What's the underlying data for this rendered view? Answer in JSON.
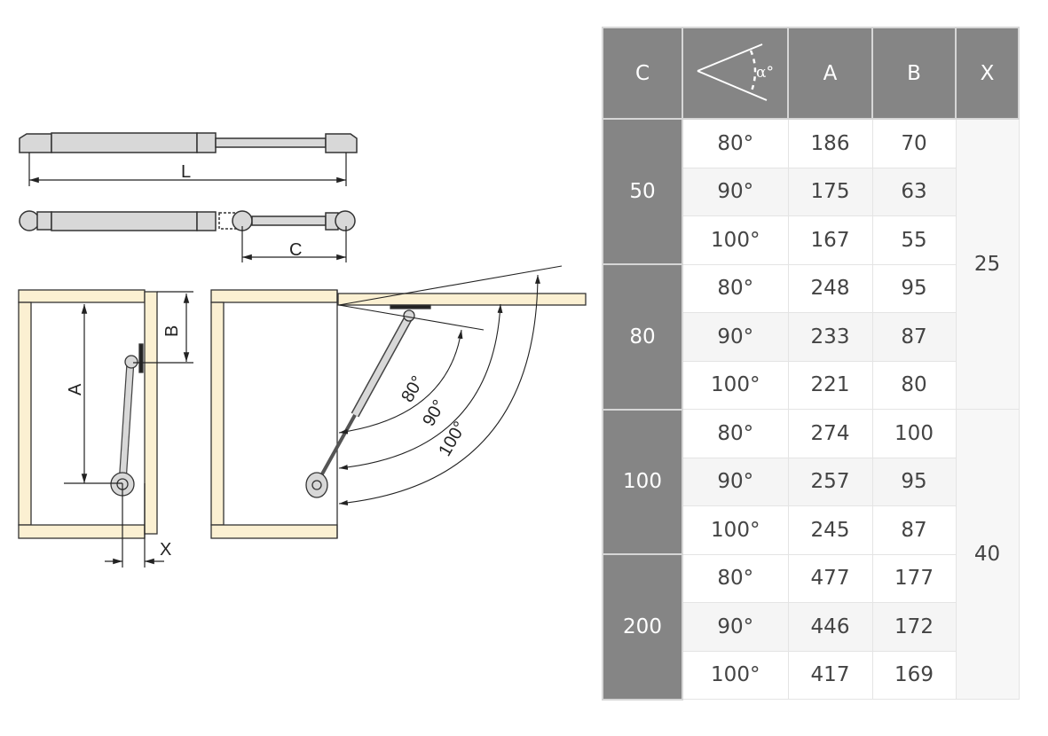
{
  "diagram": {
    "labels": {
      "L": "L",
      "C": "C",
      "A": "A",
      "B": "B",
      "X": "X",
      "a80": "80°",
      "a90": "90°",
      "a100": "100°"
    },
    "colors": {
      "wood": "#fbf0d2",
      "spring": "#d8d8d8",
      "line": "#333333",
      "header": "#858585"
    }
  },
  "table": {
    "headers": {
      "c": "C",
      "angle": "α°",
      "a": "A",
      "b": "B",
      "x": "X"
    },
    "groups": [
      {
        "c": "50",
        "x": "25",
        "rows": [
          {
            "angle": "80°",
            "a": "186",
            "b": "70"
          },
          {
            "angle": "90°",
            "a": "175",
            "b": "63"
          },
          {
            "angle": "100°",
            "a": "167",
            "b": "55"
          }
        ]
      },
      {
        "c": "80",
        "rows": [
          {
            "angle": "80°",
            "a": "248",
            "b": "95"
          },
          {
            "angle": "90°",
            "a": "233",
            "b": "87"
          },
          {
            "angle": "100°",
            "a": "221",
            "b": "80"
          }
        ]
      },
      {
        "c": "100",
        "x": "40",
        "rows": [
          {
            "angle": "80°",
            "a": "274",
            "b": "100"
          },
          {
            "angle": "90°",
            "a": "257",
            "b": "95"
          },
          {
            "angle": "100°",
            "a": "245",
            "b": "87"
          }
        ]
      },
      {
        "c": "200",
        "rows": [
          {
            "angle": "80°",
            "a": "477",
            "b": "177"
          },
          {
            "angle": "90°",
            "a": "446",
            "b": "172"
          },
          {
            "angle": "100°",
            "a": "417",
            "b": "169"
          }
        ]
      }
    ]
  }
}
